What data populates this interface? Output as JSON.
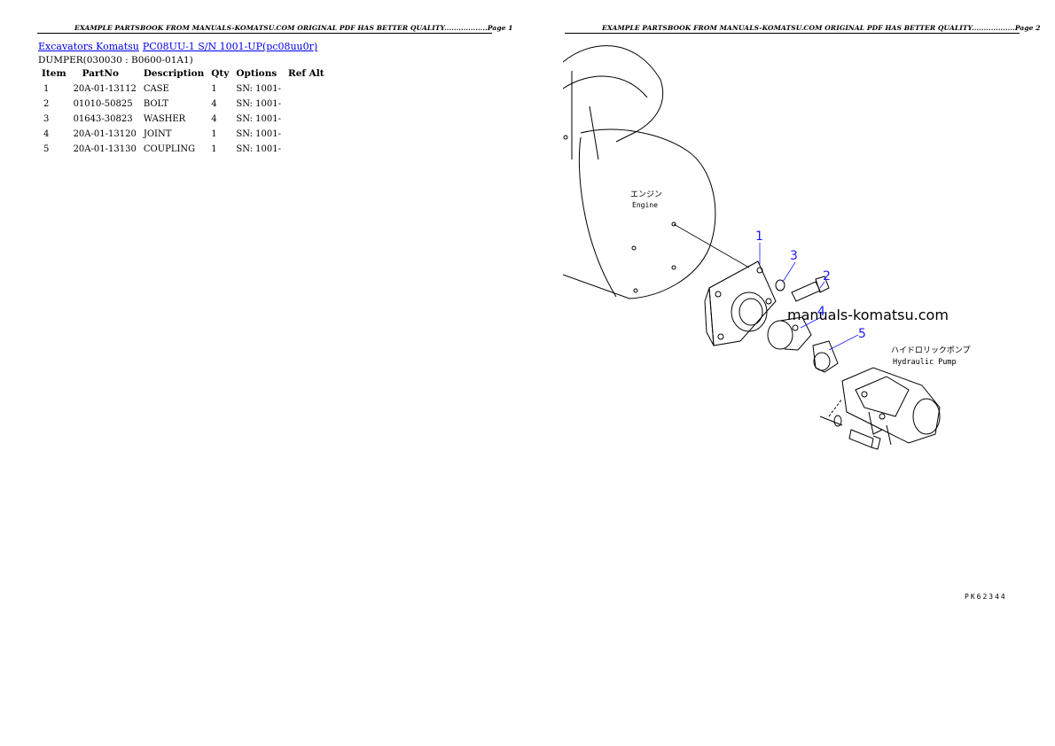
{
  "page1": {
    "header": "EXAMPLE PARTSBOOK FROM MANUALS-KOMATSU.COM ORIGINAL PDF HAS BETTER QUALITY..................Page 1",
    "breadcrumb": {
      "link1": "Excavators Komatsu",
      "link2": "PC08UU-1 S/N 1001-UP(pc08uu0r)"
    },
    "group": "DUMPER(030030 : B0600-01A1)",
    "table": {
      "headers": [
        "Item",
        "PartNo",
        "Description",
        "Qty",
        "Options",
        "Ref Alt"
      ],
      "rows": [
        {
          "item": "1",
          "partno": "20A-01-13112",
          "description": "CASE",
          "qty": "1",
          "options": "SN: 1001-"
        },
        {
          "item": "2",
          "partno": "01010-50825",
          "description": "BOLT",
          "qty": "4",
          "options": "SN: 1001-"
        },
        {
          "item": "3",
          "partno": "01643-30823",
          "description": "WASHER",
          "qty": "4",
          "options": "SN: 1001-"
        },
        {
          "item": "4",
          "partno": "20A-01-13120",
          "description": "JOINT",
          "qty": "1",
          "options": "SN: 1001-"
        },
        {
          "item": "5",
          "partno": "20A-01-13130",
          "description": "COUPLING",
          "qty": "1",
          "options": "SN: 1001-"
        }
      ]
    }
  },
  "page2": {
    "header": "EXAMPLE PARTSBOOK FROM MANUALS-KOMATSU.COM ORIGINAL PDF HAS BETTER QUALITY..................Page 2",
    "drawing": {
      "engine_label_jp": "エンジン",
      "engine_label_en": "Engine",
      "pump_label_jp": "ハイドロリックポンプ",
      "pump_label_en": "Hydraulic Pump",
      "callouts": [
        "1",
        "2",
        "3",
        "4",
        "5"
      ],
      "callout_color": "#1a1aff",
      "watermark": "manuals-komatsu.com",
      "code": "PK62344"
    }
  }
}
